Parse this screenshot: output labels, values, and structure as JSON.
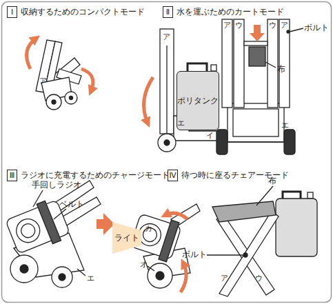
{
  "diagram": {
    "nodes": [
      {
        "text": [
          "Ⅰ",
          "収納するためのコンパクトモード"
        ]
      },
      {
        "text": [
          "Ⅱ",
          "水を運ぶためのカートモード"
        ]
      },
      {
        "text": [
          "ポリタンク"
        ]
      },
      {
        "text": [
          "Ⅲ",
          "ラジオに充電するためのチャージモード"
        ]
      },
      {
        "text": [
          "ライト"
        ]
      },
      {
        "text": [
          "Ⅳ",
          "待つ時に座るチェアーモード"
        ]
      }
    ],
    "labels": [
      "ア",
      "ア",
      "エ",
      "イ",
      "ア",
      "ウ",
      "ウ",
      "ア",
      "ボルト",
      "布",
      "エ",
      "手回しラジオ",
      "ベルト",
      "エ",
      "カ",
      "オ",
      "布",
      "ボルト",
      "ア",
      "ウ"
    ]
  }
}
